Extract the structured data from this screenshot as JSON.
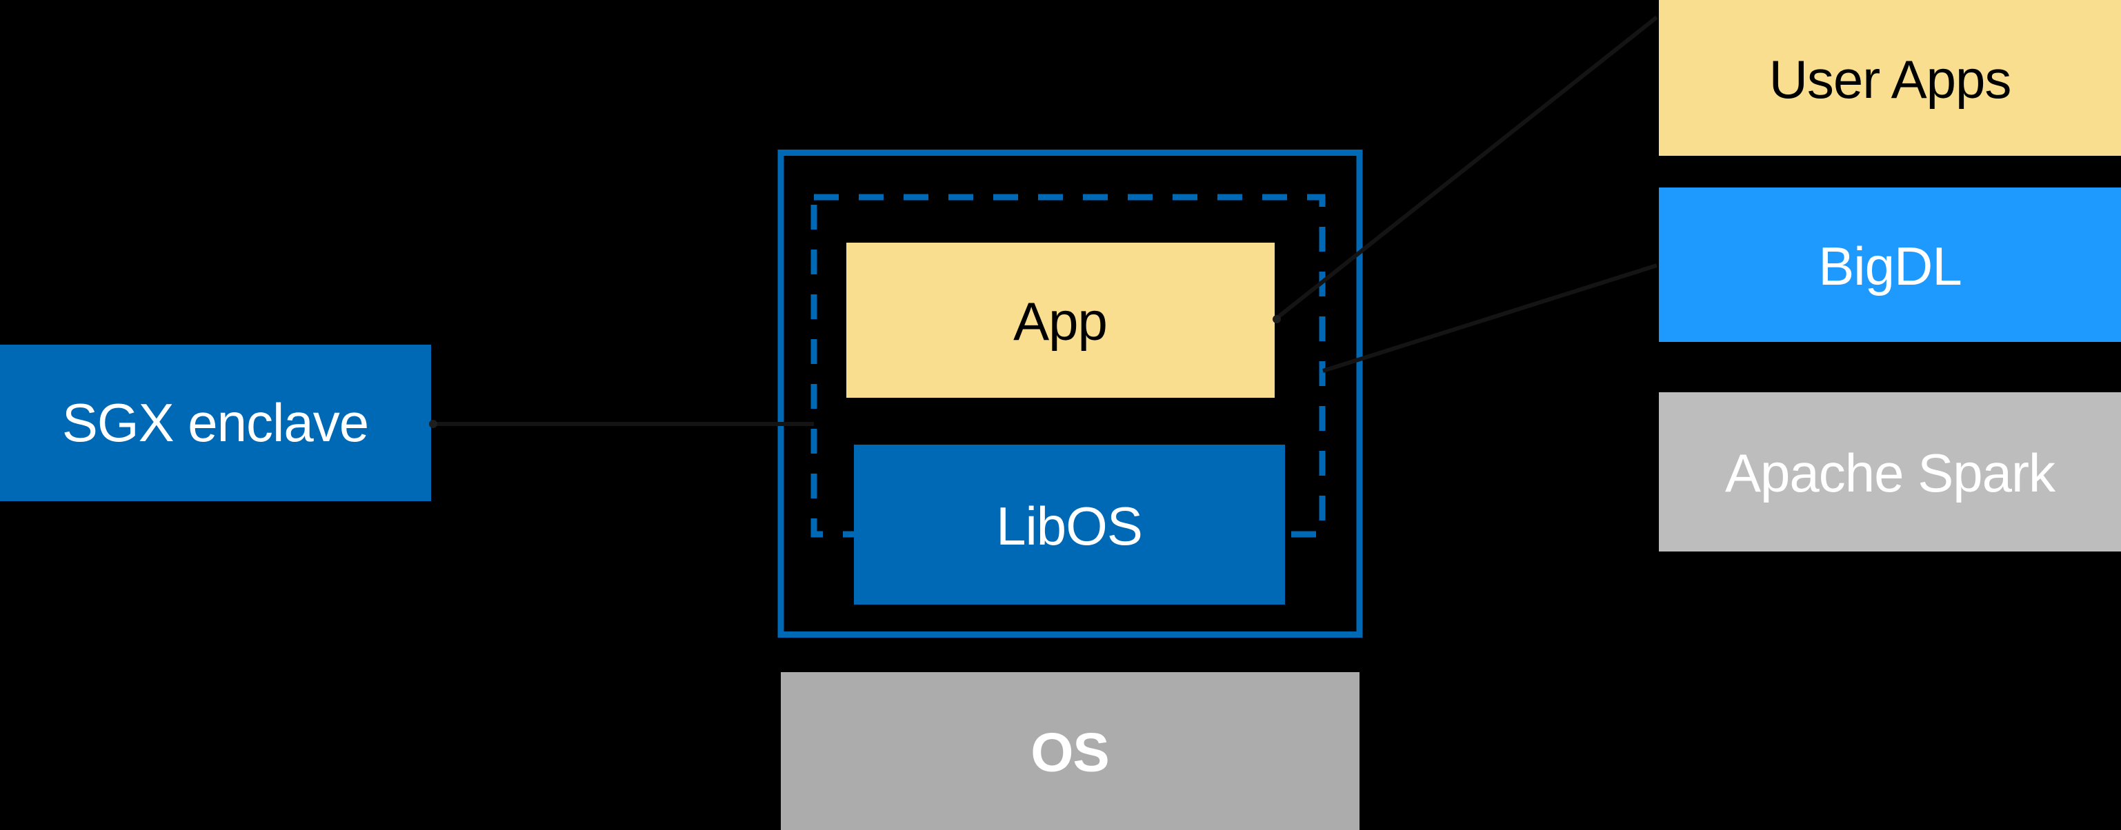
{
  "canvas": {
    "width": "3075",
    "height": "1204",
    "background": "#000000"
  },
  "colors": {
    "intel_blue": "#0069B5",
    "bigdl_blue": "#1E9AFF",
    "pale_yellow": "#F8DE8E",
    "os_gray": "#ACACAC",
    "spark_gray": "#BDBDBD",
    "white_text": "#FFFFFF",
    "black_text": "#000000",
    "connector_dark": "#141414",
    "connector_dot": "#1E1E1E"
  },
  "enclave_diagram": {
    "sgx_label": "SGX enclave",
    "app_label": "App",
    "libos_label": "LibOS",
    "os_label": "OS"
  },
  "stack": {
    "user_apps_label": "User Apps",
    "bigdl_label": "BigDL",
    "spark_label": "Apache Spark"
  }
}
